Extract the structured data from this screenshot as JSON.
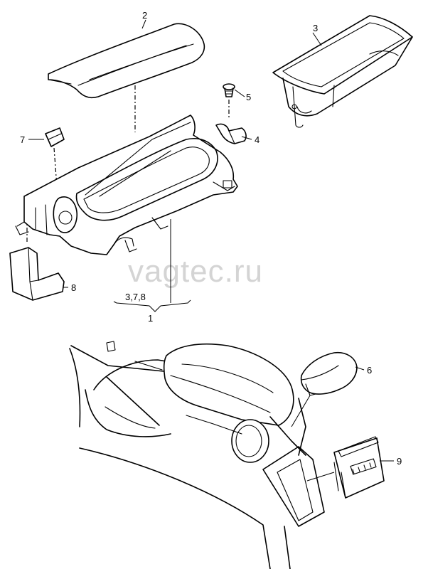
{
  "watermark": "vagtec.ru",
  "callouts": {
    "c1": "1",
    "c2": "2",
    "c3": "3",
    "c4": "4",
    "c5": "5",
    "c6": "6",
    "c7": "7",
    "c8": "8",
    "c9": "9",
    "group": "3,7,8"
  }
}
